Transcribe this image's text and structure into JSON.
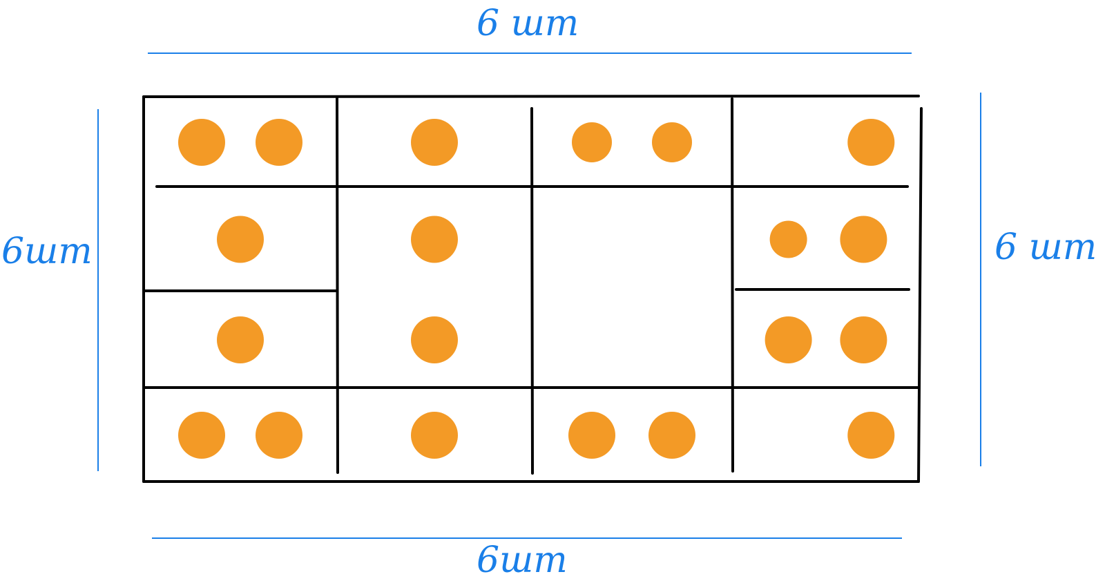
{
  "labels": {
    "top": "6 шт",
    "bottom": "6шт",
    "left": "6шт",
    "right": "6 шт"
  },
  "colors": {
    "measure_line": "#1a7fe8",
    "grid_line": "#000000",
    "dot": "#f39a26",
    "label": "#1a7fe8"
  },
  "grid": {
    "columns": 4,
    "rows": 4,
    "cells": [
      [
        2,
        1,
        2,
        1
      ],
      [
        1,
        1,
        0,
        2
      ],
      [
        1,
        1,
        0,
        2
      ],
      [
        2,
        1,
        2,
        1
      ]
    ]
  }
}
